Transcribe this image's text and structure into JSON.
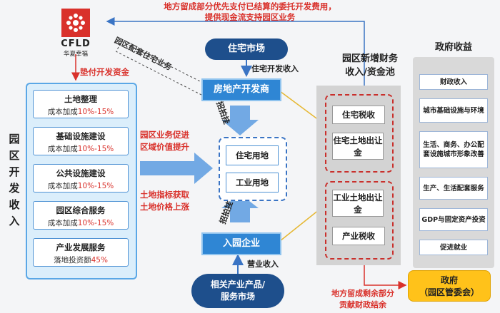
{
  "top_note": {
    "line1": "地方留成部分优先支付已结算的委托开发费用，",
    "line2": "提供现金流支持园区业务"
  },
  "logo": {
    "brand": "CFLD",
    "cn_name": "华夏幸福"
  },
  "left": {
    "diagonal_label": "园区配套住宅业务",
    "advance_label": "垫付开发资金",
    "vertical_title": "园区开发收入",
    "items": [
      {
        "title": "土地整理",
        "prefix": "成本加成",
        "pct": "10%-15%"
      },
      {
        "title": "基础设施建设",
        "prefix": "成本加成",
        "pct": "10%-15%"
      },
      {
        "title": "公共设施建设",
        "prefix": "成本加成",
        "pct": "10%-15%"
      },
      {
        "title": "园区综合服务",
        "prefix": "成本加成",
        "pct": "10%-15%"
      },
      {
        "title": "产业发展服务",
        "prefix": "落地投资额",
        "pct": "45%"
      }
    ]
  },
  "middle": {
    "housing_market": "住宅市场",
    "housing_income": "住宅开发收入",
    "developer": "房地产开发商",
    "bid_top": "招拍挂",
    "bid_bottom": "招拍挂",
    "lands": [
      "住宅用地",
      "工业用地"
    ],
    "text1_line1": "园区业务促进",
    "text1_line2": "区域价值提升",
    "text2_line1": "土地指标获取",
    "text2_line2": "土地价格上涨",
    "enterprise": "入园企业",
    "operating_income": "营业收入",
    "industry_line1": "相关产业产品/",
    "industry_line2": "服务市场"
  },
  "pool": {
    "title_line1": "园区新增财务",
    "title_line2": "收入/资金池",
    "group1": [
      "住宅税收",
      "住宅土地出让金"
    ],
    "group2": [
      "工业土地出让金",
      "产业税收"
    ]
  },
  "government": {
    "title": "政府收益",
    "items": [
      "财政收入",
      "城市基础设施与环境",
      "生活、商务、办公配套设施城市形象改善",
      "生产、生活配套服务",
      "GDP与固定资产投资",
      "促进就业"
    ],
    "yellow_line1": "政府",
    "yellow_line2": "（园区管委会）"
  },
  "bottom_note": {
    "line1": "地方留成剩余部分",
    "line2": "贡献财政结余"
  },
  "colors": {
    "red": "#d9312b",
    "navy": "#1e4f8c",
    "blue": "#2f86d4",
    "light_blue": "#dbeefb",
    "yellow": "#ffc21a"
  }
}
